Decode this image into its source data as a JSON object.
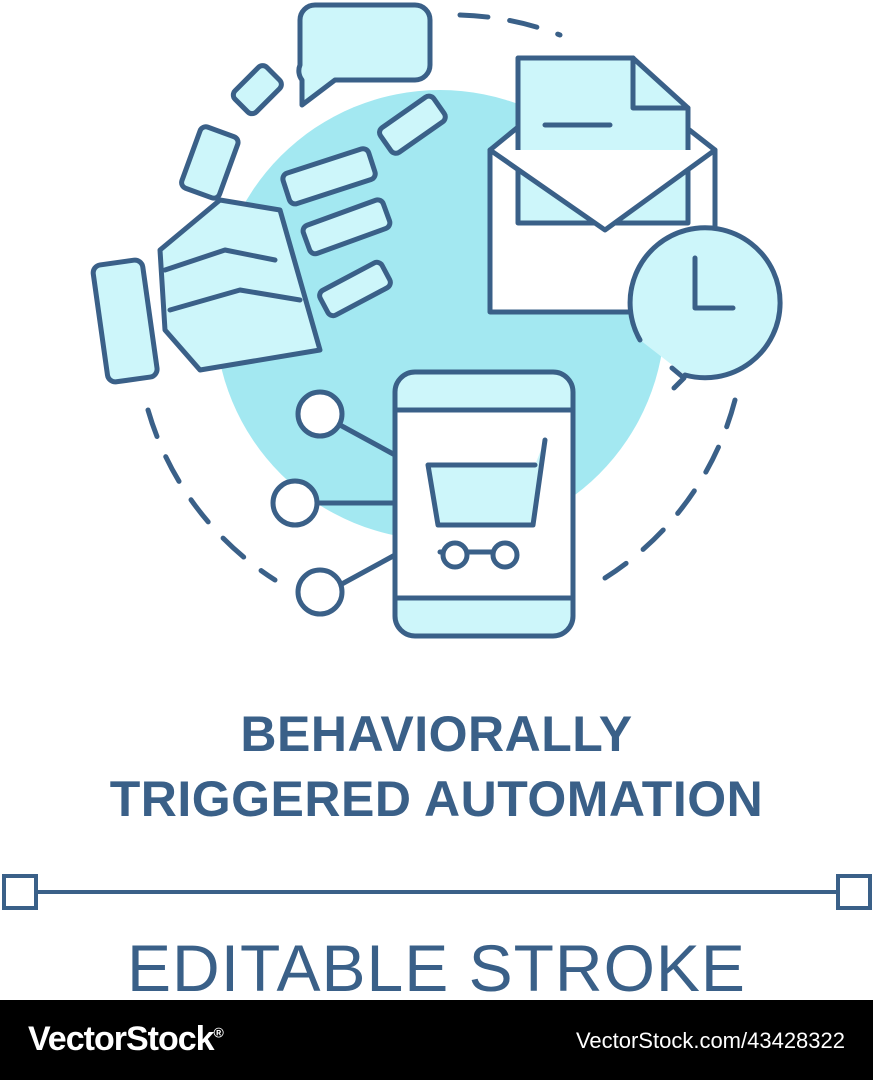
{
  "title": {
    "line1": "BEHAVIORALLY",
    "line2": "TRIGGERED AUTOMATION"
  },
  "subtitle": "EDITABLE STROKE",
  "footer": {
    "brand": "VectorStock",
    "brand_mark": "®",
    "image_ref": "VectorStock.com/43428322"
  },
  "colors": {
    "stroke": "#3a6088",
    "fill_light": "#cdf6fa",
    "circle": "#a3e8f1",
    "footer_bg": "#000000"
  },
  "icons": [
    "robot-hand-icon",
    "speech-bubble-icon",
    "envelope-letter-icon",
    "clock-icon",
    "smartphone-cart-icon",
    "network-nodes-icon"
  ]
}
